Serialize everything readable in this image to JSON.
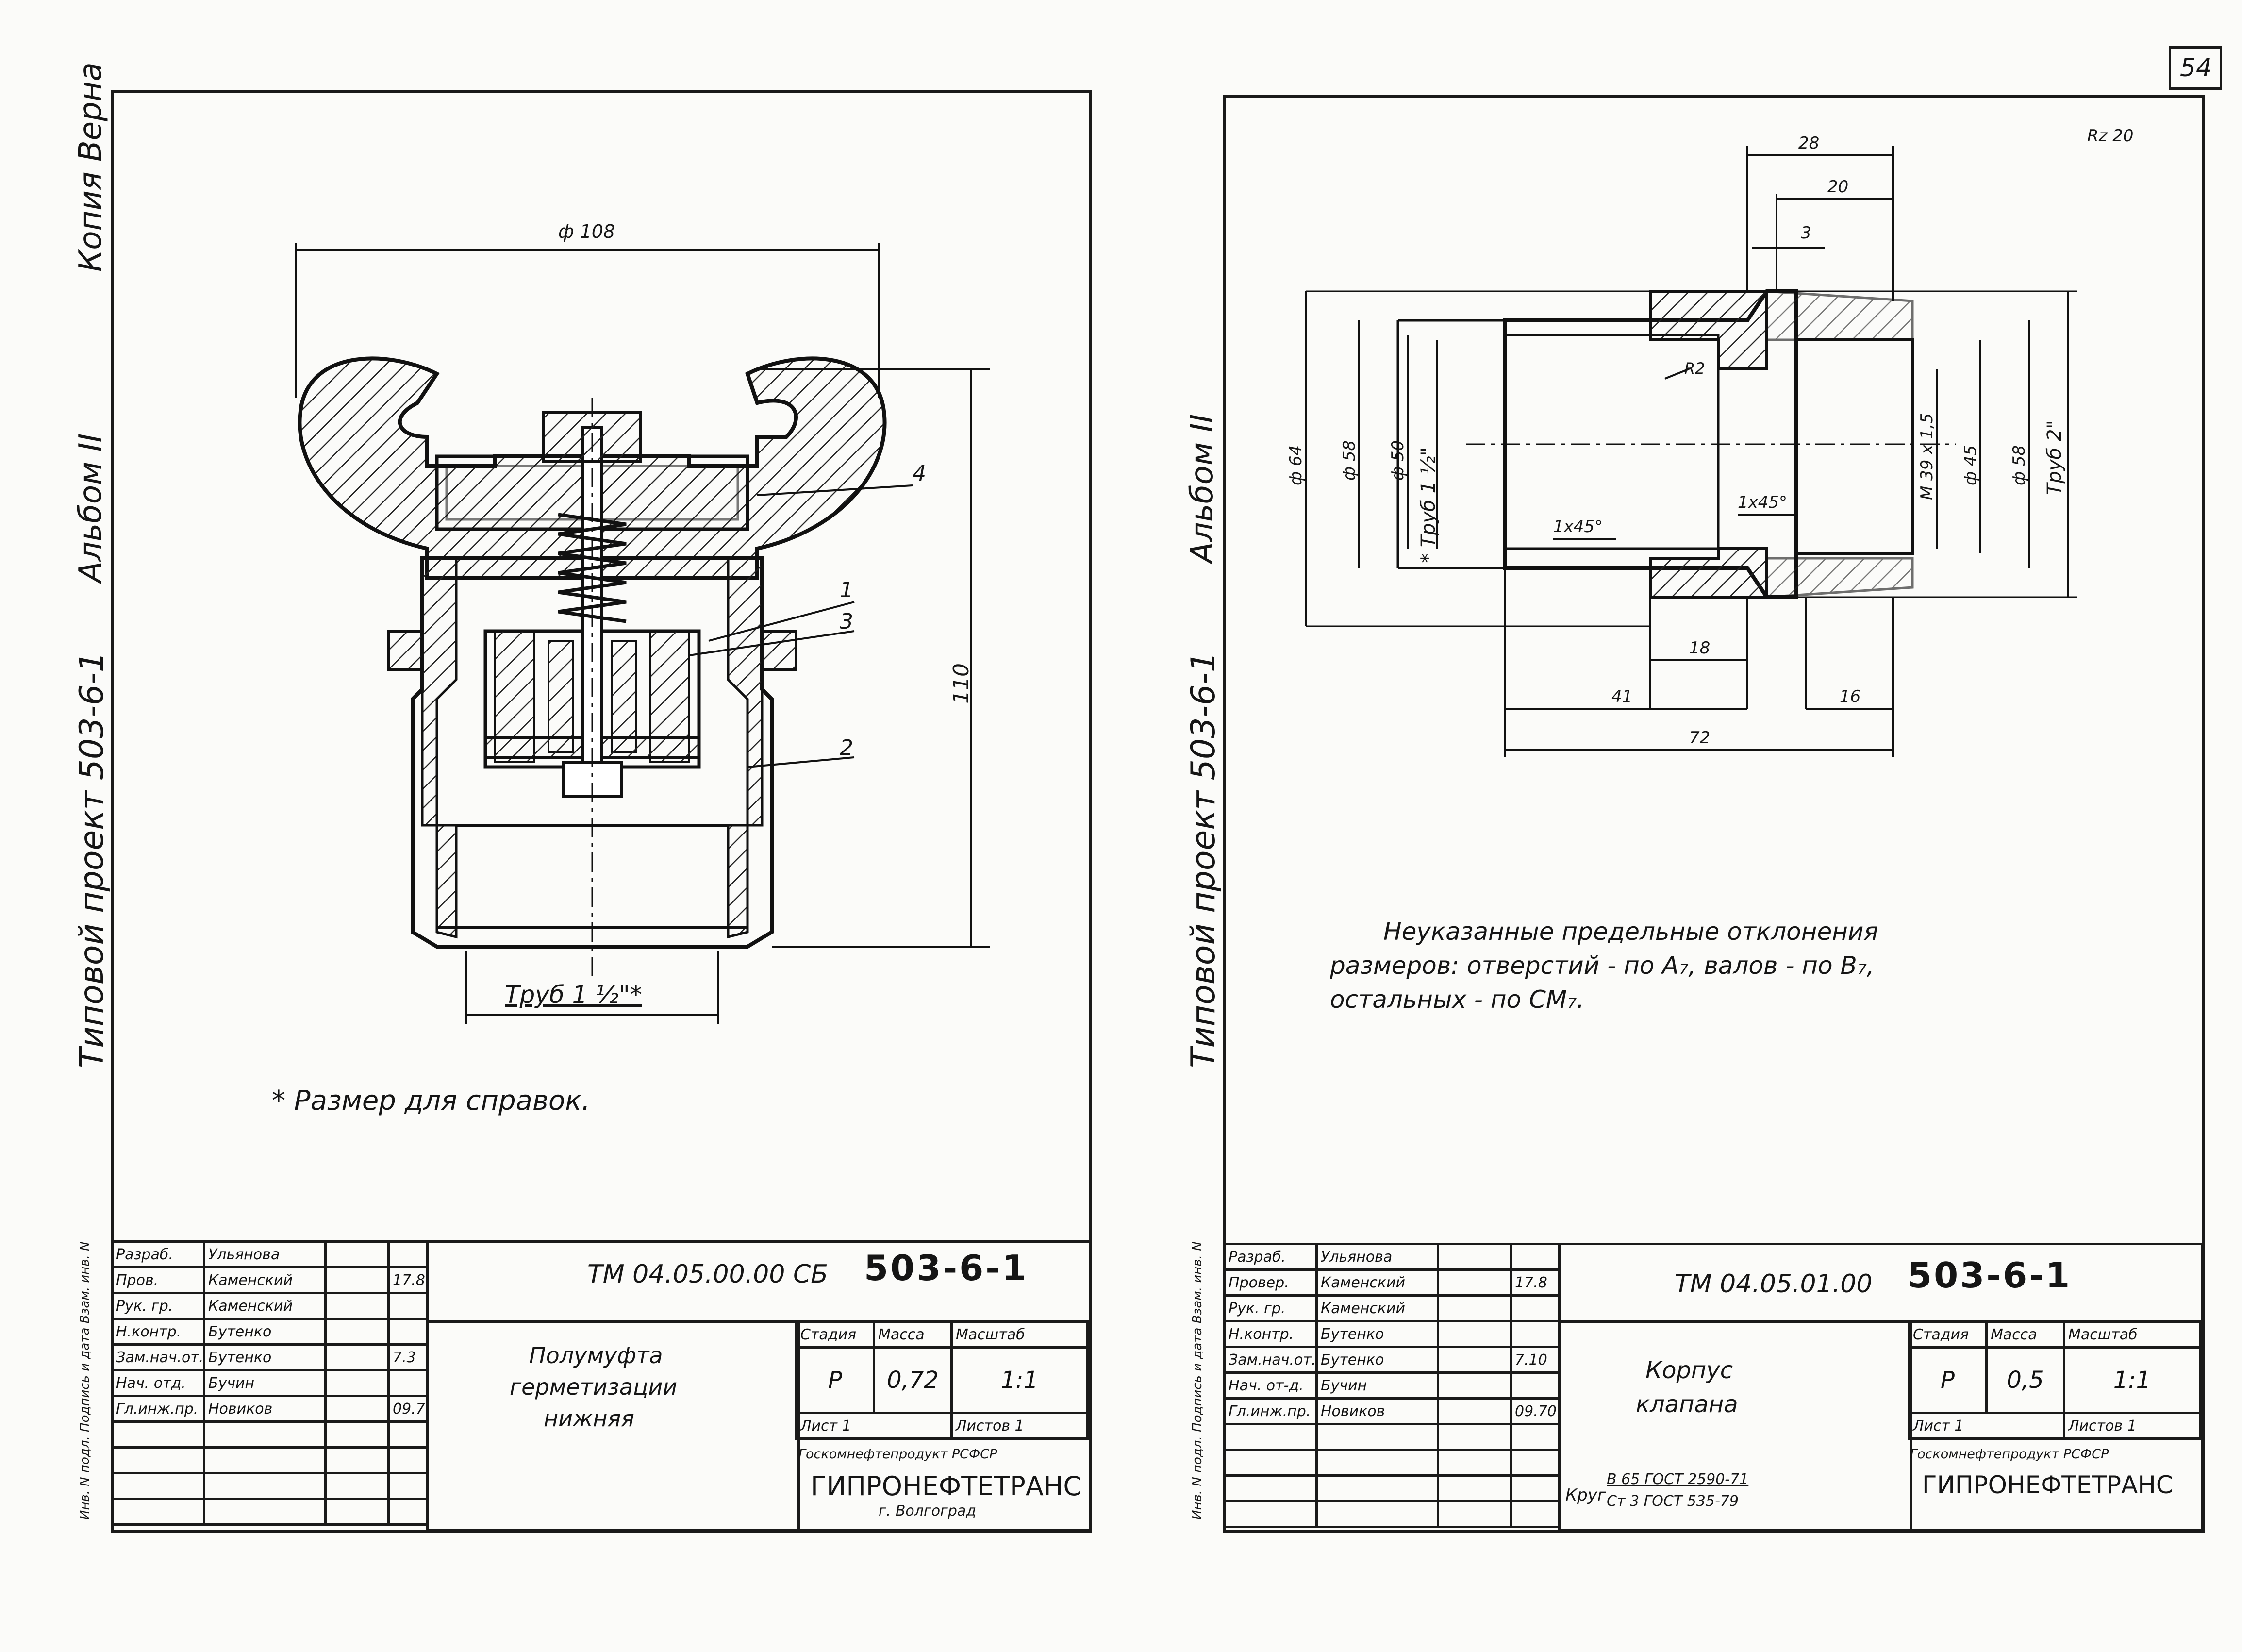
{
  "page_number": "54",
  "left": {
    "margin_texts": [
      "Копия Верна",
      "Альбом II",
      "Типовой проект 503-6-1"
    ],
    "side_stamp": "Инв. N подл. Подпись и дата Взам. инв. N",
    "dims": {
      "d108": "ф 108",
      "h110": "110",
      "pipe": "Труб 1 ½\"*"
    },
    "leaders": [
      "4",
      "1",
      "3",
      "2"
    ],
    "note": "* Размер для справок.",
    "title_block": {
      "roles": [
        "Разраб.",
        "Пров.",
        "Рук. гр.",
        "Н.контр.",
        "Зам.нач.от.",
        "Нач. отд.",
        "Гл.инж.пр."
      ],
      "names": [
        "Ульянова",
        "Каменский",
        "Каменский",
        "Бутенко",
        "Бутенко",
        "Бучин",
        "Новиков"
      ],
      "dates": [
        "",
        "17.8",
        "",
        "",
        "7.3",
        "",
        "09.70"
      ],
      "doc_code": "ТМ 04.05.00.00 СБ",
      "project": "503-6-1",
      "name_lines": [
        "Полумуфта",
        "герметизации",
        "нижняя"
      ],
      "col_headers": [
        "Стадия",
        "Масса",
        "Масштаб"
      ],
      "values": [
        "Р",
        "0,72",
        "1:1"
      ],
      "sheet": "Лист 1",
      "sheets": "Листов 1",
      "org1": "Госкомнефтепродукт РСФСР",
      "org2": "ГИПРОНЕФТЕТРАНС",
      "city": "г. Волгоград"
    }
  },
  "right": {
    "margin_texts": [
      "Альбом II",
      "Типовой проект 503-6-1"
    ],
    "side_stamp": "Инв. N подл. Подпись и дата Взам. инв. N",
    "stamp_mark": "Rz 20",
    "dims": {
      "top28": "28",
      "top20": "20",
      "top3": "3",
      "d64": "ф 64",
      "d58a": "ф 58",
      "d50": "ф 50",
      "pipe1": "* Труб 1 ½\"",
      "m39": "М 39 х 1,5",
      "d45": "ф 45",
      "d58b": "ф 58",
      "pipe2": "Труб 2\"",
      "r2": "R2",
      "ch1": "1х45°",
      "ch2": "1х45°",
      "b18": "18",
      "b41": "41",
      "b16": "16",
      "b72": "72"
    },
    "note_lines": [
      "Неуказанные предельные отклонения",
      "размеров: отверстий - по А₇, валов - по В₇,",
      "остальных - по СМ₇."
    ],
    "title_block": {
      "roles": [
        "Разраб.",
        "Провер.",
        "Рук. гр.",
        "Н.контр.",
        "Зам.нач.от.",
        "Нач. от-д.",
        "Гл.инж.пр."
      ],
      "names": [
        "Ульянова",
        "Каменский",
        "Каменский",
        "Бутенко",
        "Бутенко",
        "Бучин",
        "Новиков"
      ],
      "dates": [
        "",
        "17.8",
        "",
        "",
        "7.10",
        "",
        "09.70"
      ],
      "doc_code": "ТМ 04.05.01.00",
      "project": "503-6-1",
      "name_lines": [
        "Корпус",
        "клапана"
      ],
      "material_top": "В 65 ГОСТ 2590-71",
      "material_bottom": "Ст 3 ГОСТ 535-79",
      "material_prefix": "Круг",
      "col_headers": [
        "Стадия",
        "Масса",
        "Масштаб"
      ],
      "values": [
        "Р",
        "0,5",
        "1:1"
      ],
      "sheet": "Лист 1",
      "sheets": "Листов 1",
      "org1": "Госкомнефтепродукт РСФСР",
      "org2": "ГИПРОНЕФТЕТРАНС"
    }
  }
}
